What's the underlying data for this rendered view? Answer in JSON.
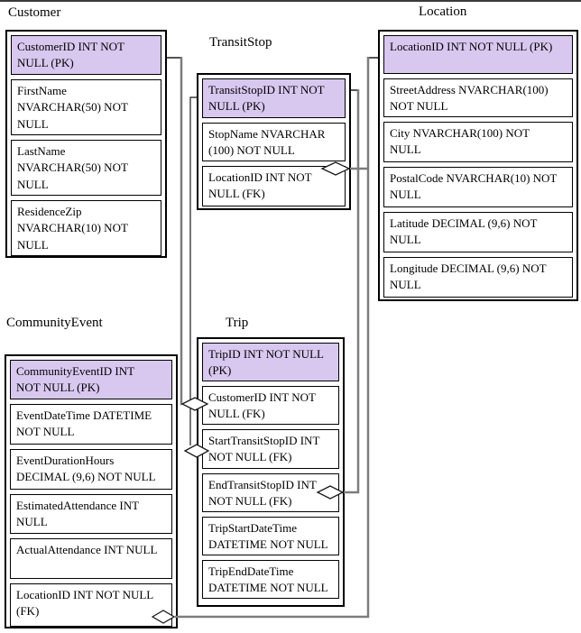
{
  "diagram": {
    "type": "entity-relationship-diagram",
    "entities": [
      {
        "name": "Customer",
        "attributes": [
          {
            "text": "CustomerID INT NOT NULL (PK)",
            "key": "PK"
          },
          {
            "text": "FirstName NVARCHAR(50) NOT NULL"
          },
          {
            "text": "LastName NVARCHAR(50) NOT NULL"
          },
          {
            "text": "ResidenceZip NVARCHAR(10) NOT NULL"
          }
        ]
      },
      {
        "name": "TransitStop",
        "attributes": [
          {
            "text": "TransitStopID INT NOT NULL (PK)",
            "key": "PK"
          },
          {
            "text": "StopName NVARCHAR (100) NOT NULL"
          },
          {
            "text": "LocationID INT NOT NULL (FK)",
            "key": "FK"
          }
        ]
      },
      {
        "name": "Location",
        "attributes": [
          {
            "text": "LocationID INT NOT NULL (PK)",
            "key": "PK"
          },
          {
            "text": "StreetAddress NVARCHAR(100) NOT NULL"
          },
          {
            "text": "City NVARCHAR(100) NOT NULL"
          },
          {
            "text": "PostalCode NVARCHAR(10) NOT NULL"
          },
          {
            "text": "Latitude DECIMAL (9,6) NOT NULL"
          },
          {
            "text": "Longitude DECIMAL (9,6) NOT NULL"
          }
        ]
      },
      {
        "name": "CommunityEvent",
        "attributes": [
          {
            "text": "CommunityEventID INT NOT NULL (PK)",
            "key": "PK"
          },
          {
            "text": "EventDateTime DATETIME NOT NULL"
          },
          {
            "text": "EventDurationHours DECIMAL (9,6) NOT NULL"
          },
          {
            "text": "EstimatedAttendance INT NULL"
          },
          {
            "text": "ActualAttendance INT NULL"
          },
          {
            "text": "LocationID INT NOT NULL (FK)",
            "key": "FK"
          }
        ]
      },
      {
        "name": "Trip",
        "attributes": [
          {
            "text": "TripID INT NOT NULL (PK)",
            "key": "PK"
          },
          {
            "text": "CustomerID INT NOT NULL (FK)",
            "key": "FK"
          },
          {
            "text": "StartTransitStopID INT NOT NULL (FK)",
            "key": "FK"
          },
          {
            "text": "EndTransitStopID INT NOT NULL (FK)",
            "key": "FK"
          },
          {
            "text": "TripStartDateTime DATETIME NOT NULL"
          },
          {
            "text": "TripEndDateTime DATETIME NOT NULL"
          }
        ]
      }
    ],
    "relationships": [
      {
        "from": "Customer.CustomerID (PK)",
        "to": "Trip.CustomerID (FK)",
        "end_symbol": "diamond"
      },
      {
        "from": "TransitStop.TransitStopID (PK)",
        "to": "Trip.StartTransitStopID (FK)",
        "end_symbol": "diamond"
      },
      {
        "from": "TransitStop.TransitStopID (PK)",
        "to": "Trip.EndTransitStopID (FK)",
        "end_symbol": "diamond"
      },
      {
        "from": "Location.LocationID (PK)",
        "to": "TransitStop.LocationID (FK)",
        "end_symbol": "diamond"
      },
      {
        "from": "Location.LocationID (PK)",
        "to": "CommunityEvent.LocationID (FK)",
        "end_symbol": "diamond"
      }
    ],
    "colors": {
      "pk_fill": "#d8c7ef",
      "row_fill": "#ffffff",
      "border": "#000000",
      "connector": "#7d7d7d",
      "background": "#ffffff"
    }
  }
}
